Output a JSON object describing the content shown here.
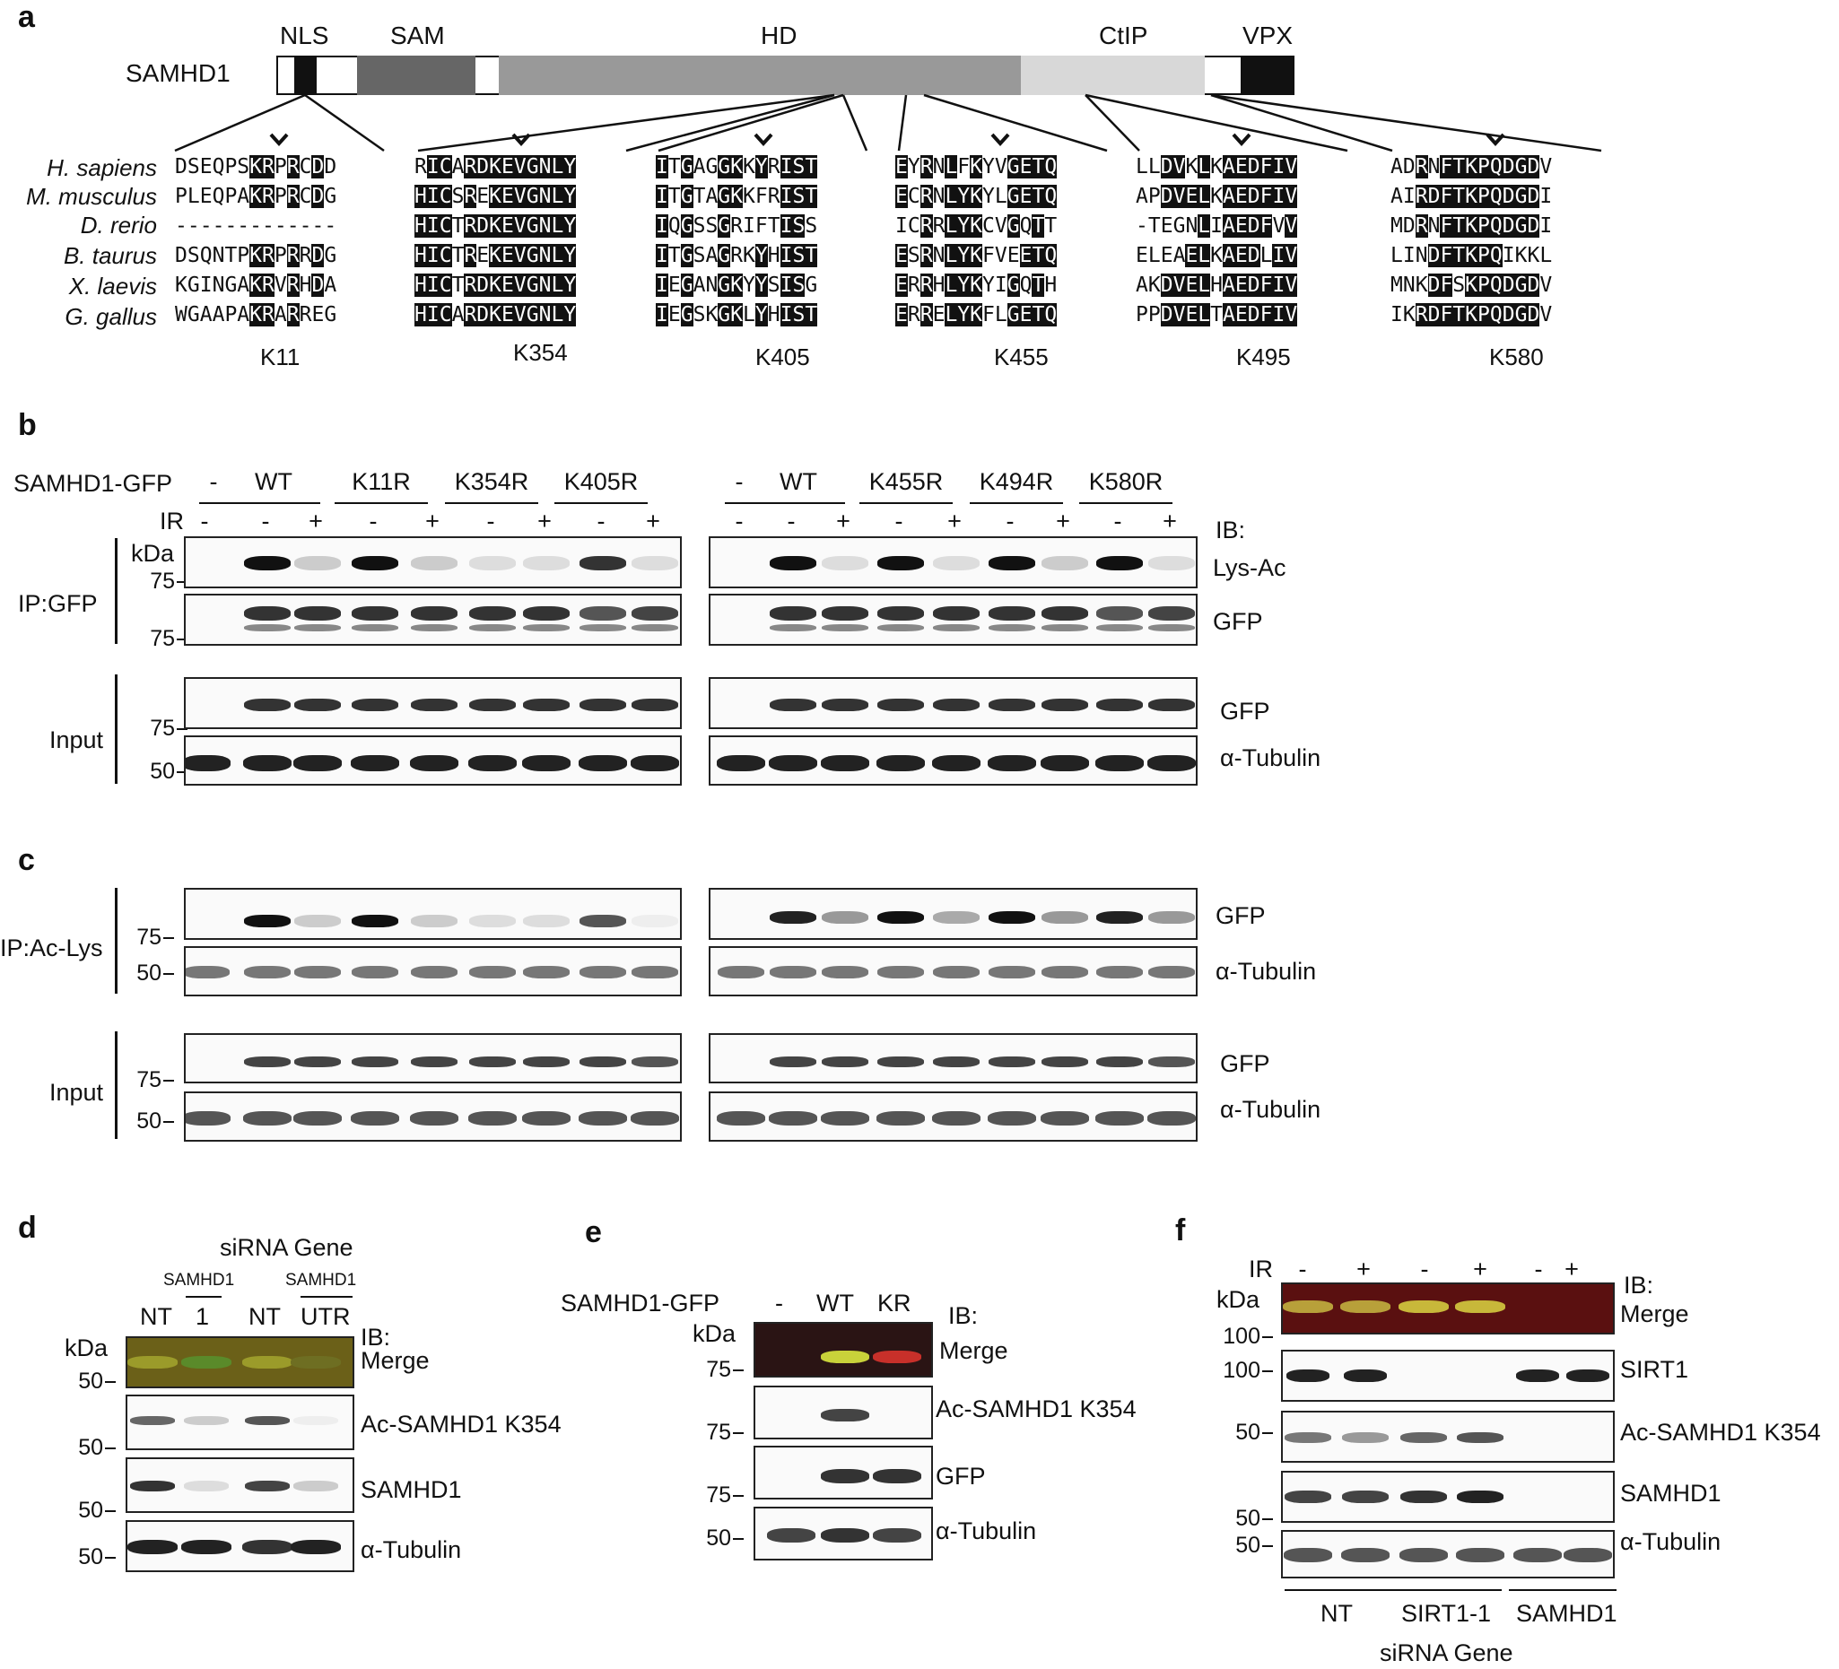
{
  "panels": {
    "a": "a",
    "b": "b",
    "c": "c",
    "d": "d",
    "e": "e",
    "f": "f"
  },
  "panel_a": {
    "protein": "SAMHD1",
    "domains": [
      "NLS",
      "SAM",
      "HD",
      "CtIP",
      "VPX"
    ],
    "species": [
      "H. sapiens",
      "M. musculus",
      "D. rerio",
      "B. taurus",
      "X. laevis",
      "G. gallus"
    ],
    "sites": [
      "K11",
      "K354",
      "K405",
      "K455",
      "K495",
      "K580"
    ],
    "alignments": [
      [
        "DSEQPSKRPRCDD",
        "PLEQPAKRPRCDG",
        "-------------",
        "DSQNTPKRPRRDG",
        "KGINGAKRVRHDA",
        "WGAAPAKRARREG"
      ],
      [
        "RICARDKEVGNLY",
        "HICSREKEVGNLY",
        "HICTRDKEVGNLY",
        "HICTREKEVGNLY",
        "HICTRDKEVGNLY",
        "HICARDKEVGNLY"
      ],
      [
        "ITGAGGKKYRIST",
        "ITGTAGKKFRIST",
        "IQGSSGRIFTISS",
        "ITGSAGRKYHIST",
        "IEGANGKYYSISG",
        "IEGSKGKLYHIST"
      ],
      [
        "EYRNLFKYVGETQ",
        "ECRNLYKYLGETQ",
        "ICRRLYKCVGQTT",
        "ESRNLYKFVEETQ",
        "ERRHLYKYIGQTH",
        "ERRELYKFLGETQ"
      ],
      [
        "LLDVKLKAEDFIV",
        "APDVELKAEDFIV",
        "-TEGNLIAEDFVV",
        "ELEAELKAEDLIV",
        "AKDVELHAEDFIV",
        "PPDVELTAEDFIV"
      ],
      [
        "ADRNFTKPQDGDV",
        "AIRDFTKPQDGDI",
        "MDRNFTKPQDGDI",
        "LINDFTKPQIKKL",
        "MNKDFSKPQDGDV",
        "IKRDFTKPQDGDV"
      ]
    ]
  },
  "panel_b": {
    "construct_label": "SAMHD1-GFP",
    "ir_label": "IR",
    "ib_label": "IB:",
    "groups_left": [
      "-",
      "WT",
      "K11R",
      "K354R",
      "K405R"
    ],
    "groups_right": [
      "-",
      "WT",
      "K455R",
      "K494R",
      "K580R"
    ],
    "ir_signs": [
      "-",
      "-",
      "+",
      "-",
      "+",
      "-",
      "+",
      "-",
      "+"
    ],
    "kda": "kDa",
    "ip_label": "IP:GFP",
    "input_label": "Input",
    "mw": [
      "75",
      "75",
      "75",
      "50"
    ],
    "antibodies": [
      "Lys-Ac",
      "GFP",
      "GFP",
      "α-Tubulin"
    ]
  },
  "panel_c": {
    "ip_label": "IP:Ac-Lys",
    "input_label": "Input",
    "mw": [
      "75",
      "50",
      "75",
      "50"
    ],
    "antibodies": [
      "GFP",
      "α-Tubulin",
      "GFP",
      "α-Tubulin"
    ]
  },
  "panel_d": {
    "title": "siRNA Gene",
    "sub1": "SAMHD1",
    "sub2": "SAMHD1",
    "lanes": [
      "NT",
      "1",
      "NT",
      "UTR"
    ],
    "kda": "kDa",
    "ib_label": "IB:",
    "mw": [
      "50",
      "50",
      "50",
      "50"
    ],
    "antibodies": [
      "Merge",
      "Ac-SAMHD1 K354",
      "SAMHD1",
      "α-Tubulin"
    ]
  },
  "panel_e": {
    "construct_label": "SAMHD1-GFP",
    "lanes": [
      "-",
      "WT",
      "KR"
    ],
    "kda": "kDa",
    "ib_label": "IB:",
    "mw": [
      "75",
      "75",
      "75",
      "50"
    ],
    "antibodies": [
      "Merge",
      "Ac-SAMHD1 K354",
      "GFP",
      "α-Tubulin"
    ]
  },
  "panel_f": {
    "ir_label": "IR",
    "ir_signs": [
      "-",
      "+",
      "-",
      "+",
      "-",
      "+"
    ],
    "kda": "kDa",
    "ib_label": "IB:",
    "mw": [
      "100",
      "100",
      "50",
      "50",
      "50"
    ],
    "antibodies": [
      "Merge",
      "SIRT1",
      "Ac-SAMHD1 K354",
      "SAMHD1",
      "α-Tubulin"
    ],
    "groups": [
      "NT",
      "SIRT1-1",
      "SAMHD1"
    ],
    "footer": "siRNA Gene"
  }
}
